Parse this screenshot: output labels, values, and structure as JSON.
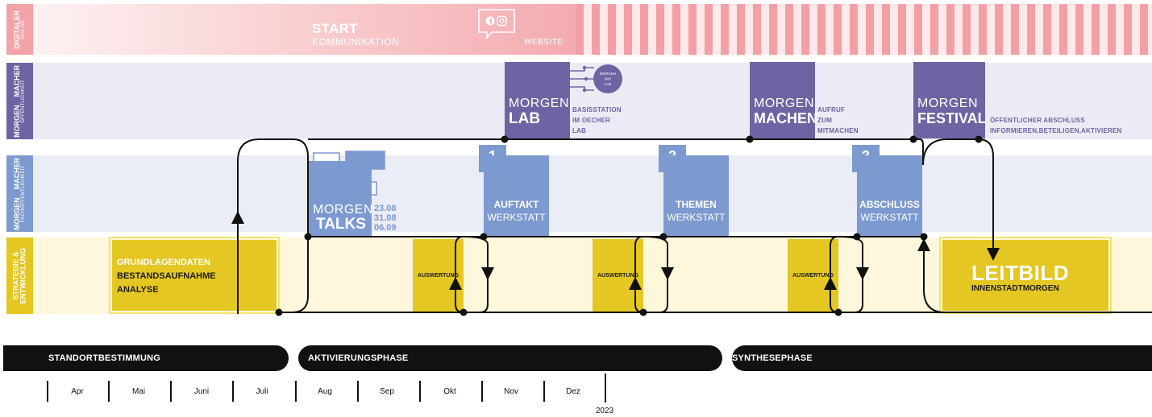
{
  "lanes": {
    "digital": {
      "line1": "DIGITALER",
      "line2": "DIALOG",
      "color": "#f3a2a7"
    },
    "oeffentlichkeit": {
      "line1": "MORGEN    MACHER",
      "line2": "ÖFFENTLICHKEIT",
      "color": "#6d64a3"
    },
    "fachoeffentlichkeit": {
      "line1": "MORGEN    MACHER",
      "line2": "FACHÖFFENTLICHKEIT",
      "color": "#7d9ad0"
    },
    "strategie": {
      "line1": "STRATEGIE &",
      "line2": "ENTWICKLUNG",
      "color": "#e4c722"
    }
  },
  "digital": {
    "start_title": "START",
    "start_sub": "KOMMUNIKATION",
    "website": "WEBSITE",
    "icons": [
      "facebook-icon",
      "instagram-icon"
    ]
  },
  "oeffentlich": {
    "lab": {
      "line1": "MORGEN",
      "line2": "LAB",
      "note": [
        "BASISSTATION",
        "IM OECHER",
        "LAB"
      ],
      "logo": [
        "MORGEN",
        "MIX",
        "LAB"
      ]
    },
    "machen": {
      "line1": "MORGEN",
      "line2": "MACHEN",
      "note": [
        "AUFRUF",
        "ZUM",
        "MITMACHEN"
      ]
    },
    "festival": {
      "line1": "MORGEN",
      "line2": "FESTIVAL",
      "note": [
        "ÖFFENTLICHER ABSCHLUSS",
        "INFORMIEREN,BETEILIGEN,AKTIVIEREN"
      ]
    }
  },
  "fach": {
    "talks": {
      "line1": "MORGEN",
      "line2": "TALKS",
      "dates": [
        "23.08",
        "31.08",
        "06.09"
      ]
    },
    "workshops": [
      {
        "num": "1",
        "line1": "AUFTAKT",
        "line2": "WERKSTATT"
      },
      {
        "num": "2",
        "line1": "THEMEN",
        "line2": "WERKSTATT"
      },
      {
        "num": "3",
        "line1": "ABSCHLUSS",
        "line2": "WERKSTATT"
      }
    ]
  },
  "strategie": {
    "grundlagen": [
      "GRUNDLAGENDATEN",
      "BESTANDSAUFNAHME",
      "ANALYSE"
    ],
    "auswertung_label": "AUSWERTUNG",
    "leitbild": {
      "title": "LEITBILD",
      "sub": "INNENSTADTMORGEN"
    }
  },
  "phases": [
    "STANDORTBESTIMMUNG",
    "AKTIVIERUNGSPHASE",
    "SYNTHESEPHASE"
  ],
  "months": [
    "Apr",
    "Mai",
    "Juni",
    "Juli",
    "Aug",
    "Sep",
    "Okt",
    "Nov",
    "Dez"
  ],
  "year": "2023",
  "colors": {
    "pink": "#f3a2a7",
    "purple": "#6d64a3",
    "blue": "#7d9ad0",
    "yellow": "#e4c722",
    "black": "#111111"
  }
}
